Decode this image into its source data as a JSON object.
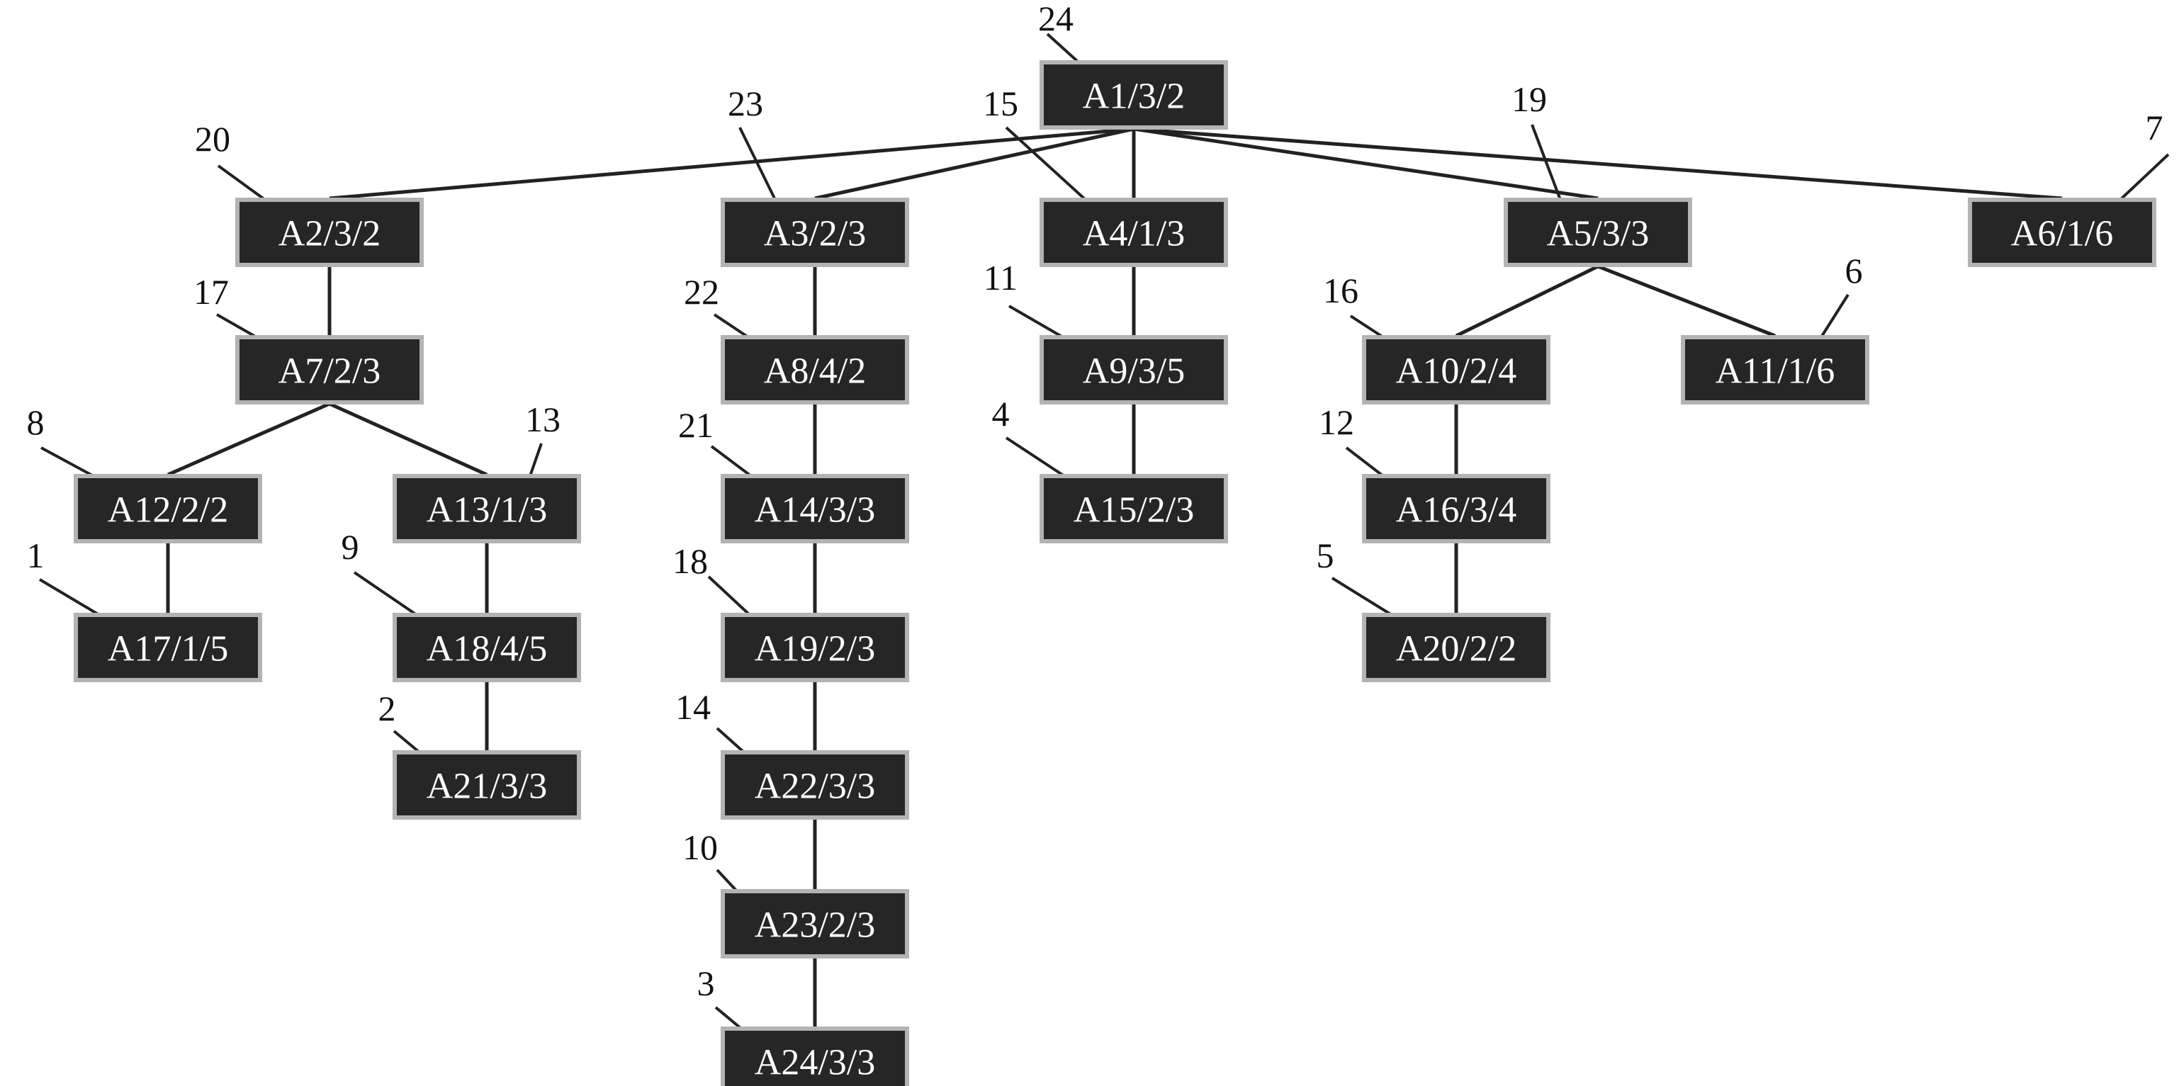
{
  "diagram": {
    "type": "tree",
    "root": "A1",
    "nodes": [
      {
        "id": "A1",
        "label": "A1/3/2",
        "order": "24"
      },
      {
        "id": "A2",
        "label": "A2/3/2",
        "order": "20",
        "parent": "A1"
      },
      {
        "id": "A3",
        "label": "A3/2/3",
        "order": "23",
        "parent": "A1"
      },
      {
        "id": "A4",
        "label": "A4/1/3",
        "order": "15",
        "parent": "A1"
      },
      {
        "id": "A5",
        "label": "A5/3/3",
        "order": "19",
        "parent": "A1"
      },
      {
        "id": "A6",
        "label": "A6/1/6",
        "order": "7",
        "parent": "A1"
      },
      {
        "id": "A7",
        "label": "A7/2/3",
        "order": "17",
        "parent": "A2"
      },
      {
        "id": "A8",
        "label": "A8/4/2",
        "order": "22",
        "parent": "A3"
      },
      {
        "id": "A9",
        "label": "A9/3/5",
        "order": "11",
        "parent": "A4"
      },
      {
        "id": "A10",
        "label": "A10/2/4",
        "order": "16",
        "parent": "A5"
      },
      {
        "id": "A11",
        "label": "A11/1/6",
        "order": "6",
        "parent": "A5"
      },
      {
        "id": "A12",
        "label": "A12/2/2",
        "order": "8",
        "parent": "A7"
      },
      {
        "id": "A13",
        "label": "A13/1/3",
        "order": "13",
        "parent": "A7"
      },
      {
        "id": "A14",
        "label": "A14/3/3",
        "order": "21",
        "parent": "A8"
      },
      {
        "id": "A15",
        "label": "A15/2/3",
        "order": "4",
        "parent": "A9"
      },
      {
        "id": "A16",
        "label": "A16/3/4",
        "order": "12",
        "parent": "A10"
      },
      {
        "id": "A17",
        "label": "A17/1/5",
        "order": "1",
        "parent": "A12"
      },
      {
        "id": "A18",
        "label": "A18/4/5",
        "order": "9",
        "parent": "A13"
      },
      {
        "id": "A19",
        "label": "A19/2/3",
        "order": "18",
        "parent": "A14"
      },
      {
        "id": "A20",
        "label": "A20/2/2",
        "order": "5",
        "parent": "A16"
      },
      {
        "id": "A21",
        "label": "A21/3/3",
        "order": "2",
        "parent": "A18"
      },
      {
        "id": "A22",
        "label": "A22/3/3",
        "order": "14",
        "parent": "A19"
      },
      {
        "id": "A23",
        "label": "A23/2/3",
        "order": "10",
        "parent": "A22"
      },
      {
        "id": "A24",
        "label": "A24/3/3",
        "order": "3",
        "parent": "A23"
      }
    ]
  }
}
